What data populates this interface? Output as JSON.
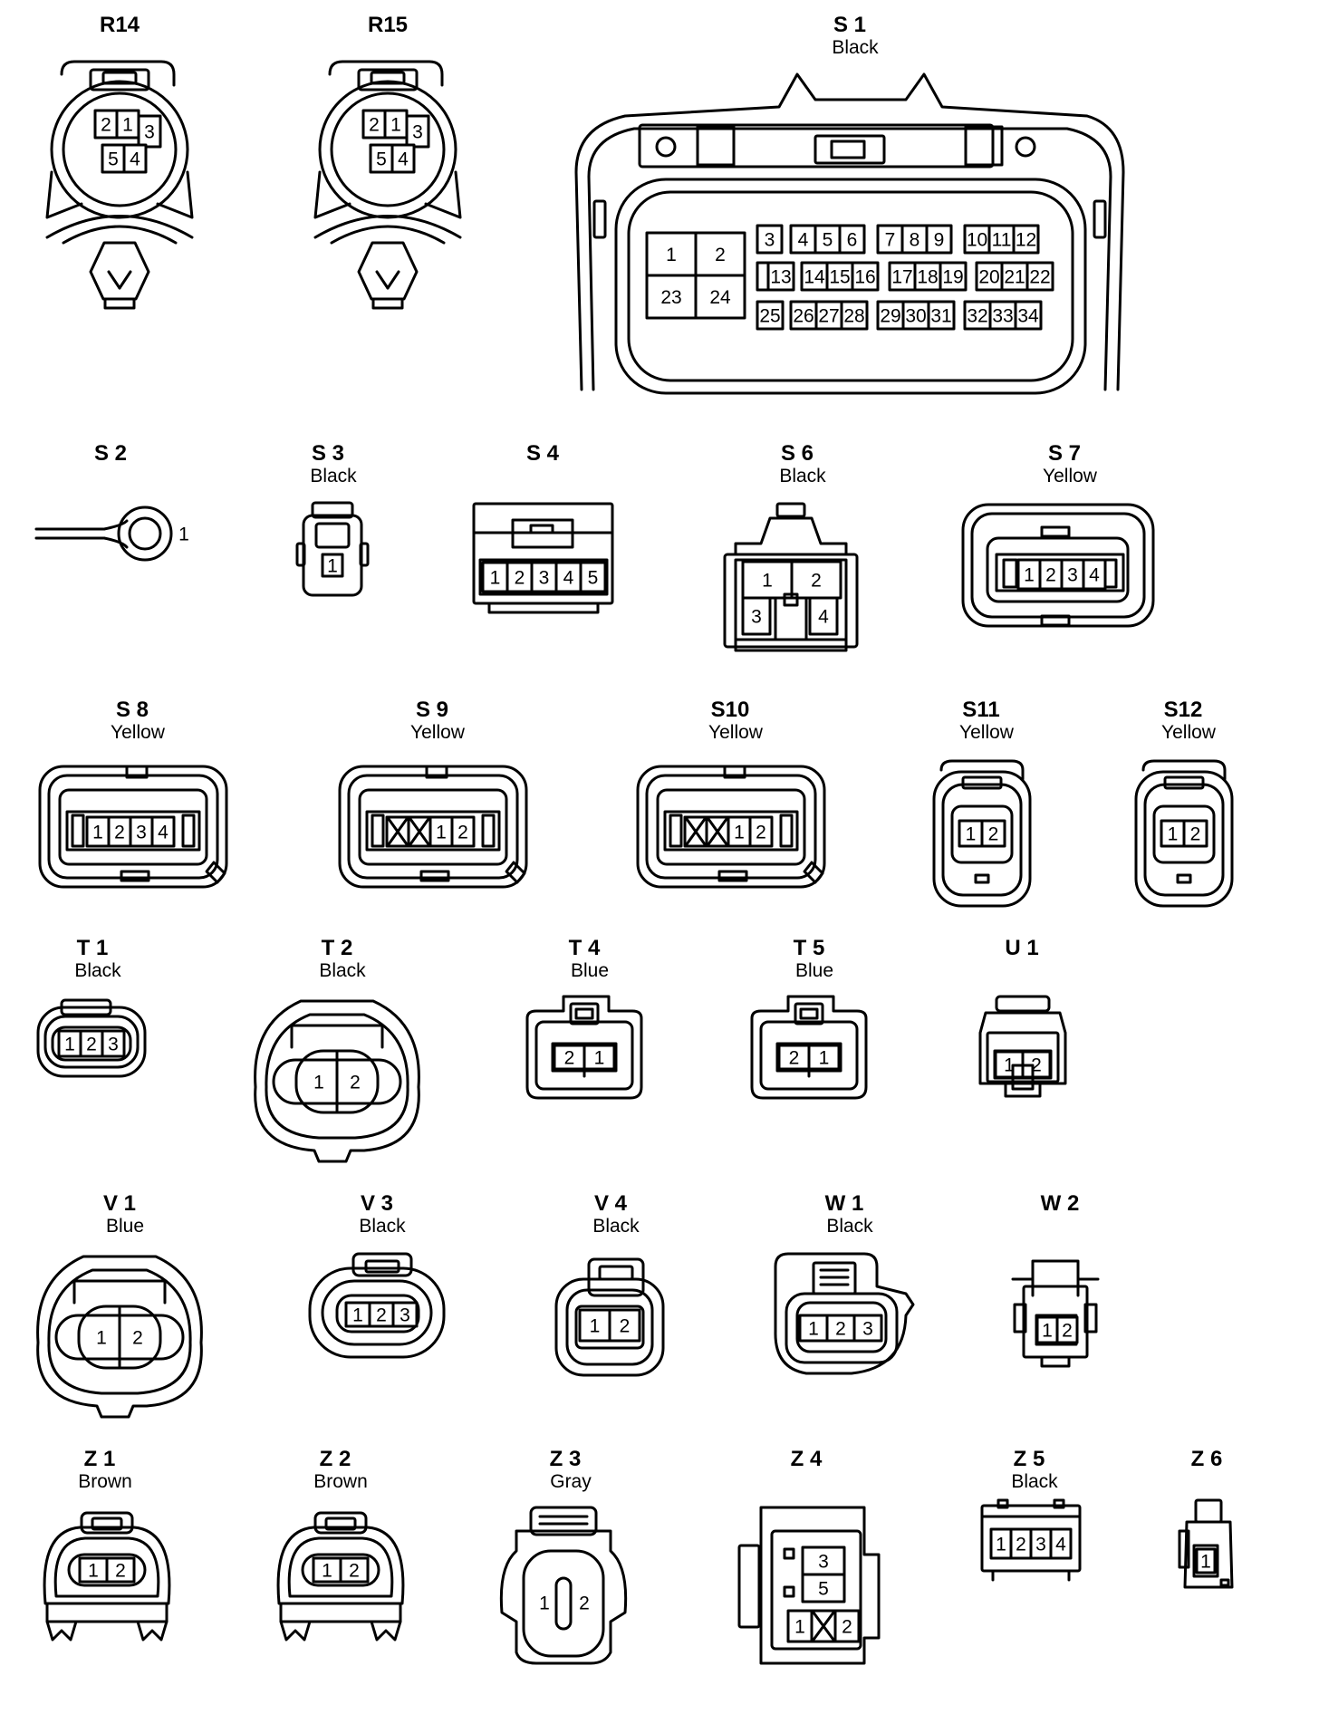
{
  "connectors": [
    {
      "id": "R14",
      "title": "R14",
      "color": "",
      "pins": [
        "2",
        "1",
        "3",
        "5",
        "4"
      ]
    },
    {
      "id": "R15",
      "title": "R15",
      "color": "",
      "pins": [
        "2",
        "1",
        "3",
        "5",
        "4"
      ]
    },
    {
      "id": "S1",
      "title": "S 1",
      "color": "Black",
      "pins": [
        "1",
        "2",
        "23",
        "24",
        "3",
        "4",
        "5",
        "6",
        "7",
        "8",
        "9",
        "10",
        "11",
        "12",
        "13",
        "14",
        "15",
        "16",
        "17",
        "18",
        "19",
        "20",
        "21",
        "22",
        "25",
        "26",
        "27",
        "28",
        "29",
        "30",
        "31",
        "32",
        "33",
        "34"
      ]
    },
    {
      "id": "S2",
      "title": "S 2",
      "color": "",
      "pins": [
        "1"
      ]
    },
    {
      "id": "S3",
      "title": "S 3",
      "color": "Black",
      "pins": [
        "1"
      ]
    },
    {
      "id": "S4",
      "title": "S 4",
      "color": "",
      "pins": [
        "1",
        "2",
        "3",
        "4",
        "5"
      ]
    },
    {
      "id": "S6",
      "title": "S 6",
      "color": "Black",
      "pins": [
        "1",
        "2",
        "3",
        "4"
      ]
    },
    {
      "id": "S7",
      "title": "S 7",
      "color": "Yellow",
      "pins": [
        "1",
        "2",
        "3",
        "4"
      ]
    },
    {
      "id": "S8",
      "title": "S 8",
      "color": "Yellow",
      "pins": [
        "1",
        "2",
        "3",
        "4"
      ]
    },
    {
      "id": "S9",
      "title": "S 9",
      "color": "Yellow",
      "pins": [
        "1",
        "2"
      ]
    },
    {
      "id": "S10",
      "title": "S10",
      "color": "Yellow",
      "pins": [
        "1",
        "2"
      ]
    },
    {
      "id": "S11",
      "title": "S11",
      "color": "Yellow",
      "pins": [
        "1",
        "2"
      ]
    },
    {
      "id": "S12",
      "title": "S12",
      "color": "Yellow",
      "pins": [
        "1",
        "2"
      ]
    },
    {
      "id": "T1",
      "title": "T 1",
      "color": "Black",
      "pins": [
        "1",
        "2",
        "3"
      ]
    },
    {
      "id": "T2",
      "title": "T 2",
      "color": "Black",
      "pins": [
        "1",
        "2"
      ]
    },
    {
      "id": "T4",
      "title": "T 4",
      "color": "Blue",
      "pins": [
        "2",
        "1"
      ]
    },
    {
      "id": "T5",
      "title": "T 5",
      "color": "Blue",
      "pins": [
        "2",
        "1"
      ]
    },
    {
      "id": "U1",
      "title": "U 1",
      "color": "",
      "pins": [
        "1",
        "2"
      ]
    },
    {
      "id": "V1",
      "title": "V 1",
      "color": "Blue",
      "pins": [
        "1",
        "2"
      ]
    },
    {
      "id": "V3",
      "title": "V 3",
      "color": "Black",
      "pins": [
        "1",
        "2",
        "3"
      ]
    },
    {
      "id": "V4",
      "title": "V 4",
      "color": "Black",
      "pins": [
        "1",
        "2"
      ]
    },
    {
      "id": "W1",
      "title": "W 1",
      "color": "Black",
      "pins": [
        "1",
        "2",
        "3"
      ]
    },
    {
      "id": "W2",
      "title": "W 2",
      "color": "",
      "pins": [
        "1",
        "2"
      ]
    },
    {
      "id": "Z1",
      "title": "Z 1",
      "color": "Brown",
      "pins": [
        "1",
        "2"
      ]
    },
    {
      "id": "Z2",
      "title": "Z 2",
      "color": "Brown",
      "pins": [
        "1",
        "2"
      ]
    },
    {
      "id": "Z3",
      "title": "Z 3",
      "color": "Gray",
      "pins": [
        "1",
        "2"
      ]
    },
    {
      "id": "Z4",
      "title": "Z 4",
      "color": "",
      "pins": [
        "3",
        "5",
        "1",
        "2"
      ]
    },
    {
      "id": "Z5",
      "title": "Z 5",
      "color": "Black",
      "pins": [
        "1",
        "2",
        "3",
        "4"
      ]
    },
    {
      "id": "Z6",
      "title": "Z 6",
      "color": "",
      "pins": [
        "1"
      ]
    }
  ]
}
